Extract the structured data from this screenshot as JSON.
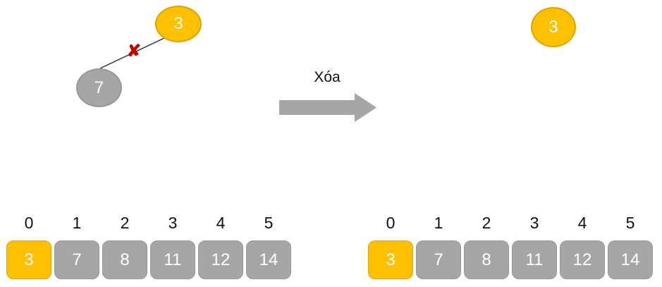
{
  "colors": {
    "gold": "#FFC000",
    "gold_border": "#DFA400",
    "gray": "#A6A6A6",
    "gray_border": "#979797",
    "red": "#C00000",
    "edge": "#2B2B2B",
    "ink": "#111111",
    "white": "#FFFFFF",
    "bg": "#FFFFFF"
  },
  "before_tree": {
    "root_label": "3",
    "child_label": "7",
    "cut_mark": "✘"
  },
  "action": {
    "label": "Xóa"
  },
  "after_tree": {
    "root_label": "3"
  },
  "before_array": {
    "indices": [
      "0",
      "1",
      "2",
      "3",
      "4",
      "5"
    ],
    "values": [
      "3",
      "7",
      "8",
      "11",
      "12",
      "14"
    ],
    "highlight_index": 0
  },
  "after_array": {
    "indices": [
      "0",
      "1",
      "2",
      "3",
      "4",
      "5"
    ],
    "values": [
      "3",
      "7",
      "8",
      "11",
      "12",
      "14"
    ],
    "highlight_index": 0
  }
}
